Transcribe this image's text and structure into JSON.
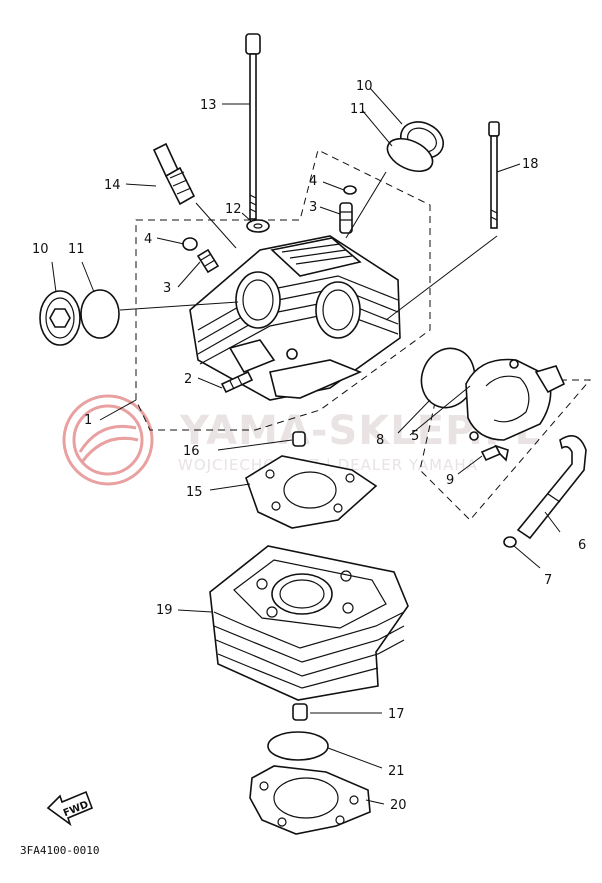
{
  "diagram": {
    "code": "3FA4100-0010",
    "fwd_label": "FWD",
    "watermark": {
      "brand": "YAMA-SKLEP.PL",
      "dealer": "WOJCIECHOWICZ | DEALER YAMAHA",
      "logo_color": "#e8a0a0"
    },
    "callouts": {
      "c1": "1",
      "c2": "2",
      "c3a": "3",
      "c3b": "3",
      "c4a": "4",
      "c4b": "4",
      "c5": "5",
      "c6": "6",
      "c7": "7",
      "c8": "8",
      "c9": "9",
      "c10a": "10",
      "c10b": "10",
      "c11a": "11",
      "c11b": "11",
      "c12": "12",
      "c13": "13",
      "c14": "14",
      "c15": "15",
      "c16": "16",
      "c17": "17",
      "c18": "18",
      "c19": "19",
      "c20": "20",
      "c21": "21"
    }
  }
}
